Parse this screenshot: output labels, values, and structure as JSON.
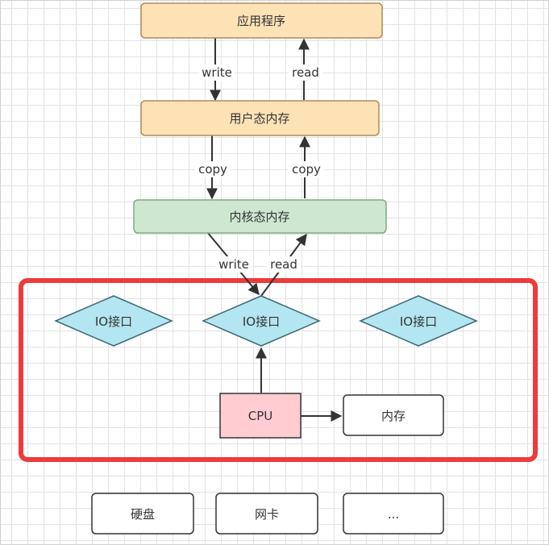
{
  "colors": {
    "orange_fill": "#fde2b6",
    "orange_stroke": "#b08a5a",
    "green_fill": "#cde8cf",
    "green_stroke": "#82a883",
    "cyan_fill": "#b3e6f0",
    "cyan_stroke": "#3e6a74",
    "pink_fill": "#ffccd2",
    "red_frame": "#ee3a3a",
    "arrow": "#333333"
  },
  "nodes": {
    "app": "应用程序",
    "user_mem": "用户态内存",
    "kernel_mem": "内核态内存",
    "io_left": "IO接口",
    "io_center": "IO接口",
    "io_right": "IO接口",
    "cpu": "CPU",
    "memory": "内存",
    "disk": "硬盘",
    "nic": "网卡",
    "more": "..."
  },
  "edges": {
    "write1": "write",
    "read1": "read",
    "copy_down": "copy",
    "copy_up": "copy",
    "write2": "write",
    "read2": "read"
  }
}
